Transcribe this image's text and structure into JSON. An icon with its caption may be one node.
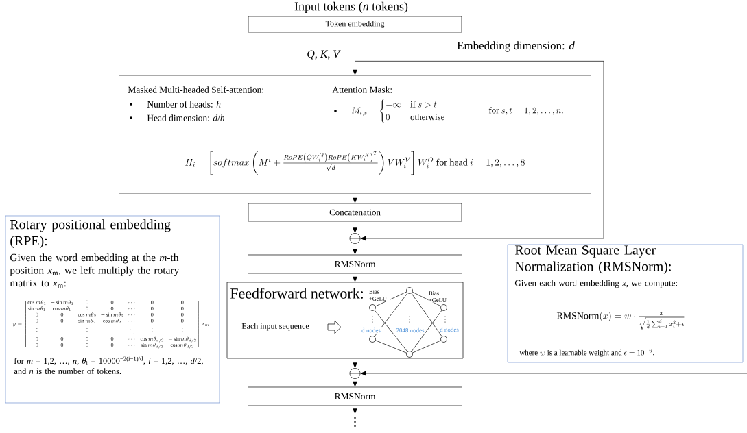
{
  "diagram": {
    "nodes": [
      {
        "text": [
          "Token embedding"
        ],
        "beside": [
          "Input tokens (*n* tokens)"
        ]
      },
      {
        "text": [
          "Masked Multi-headed Self-attention:",
          "Number of heads: *h*",
          "Head dimension: *d*/*h*",
          "Attention Mask:",
          "M_{t,s} = \\begin{cases} -\\infty & \\text{if } s > t \\\\ 0 & \\text{otherwise} \\end{cases}",
          "\\text{for } s,t = 1,2,\\ldots,n.",
          "H_i = \\left[ softmax\\left( M^i + \\frac{RoPE\\left(QW_i^Q\\right)RoPE\\left(KW_i^K\\right)^T}{\\sqrt{d}} \\right) VW_i^V \\right] W_i^O \\text{ for head } i = 1,2,\\ldots,8"
        ]
      },
      {
        "text": [
          "Concatenation"
        ]
      },
      {
        "text": [],
        "shape": "circle"
      },
      {
        "text": [
          "RMSNorm"
        ]
      },
      {
        "text": [
          "Feedforward network:",
          "Each input sequence"
        ]
      },
      {
        "text": [],
        "shape": "circle"
      },
      {
        "text": [
          "RMSNorm"
        ]
      },
      {
        "text": [
          "Rotary positional embedding (RPE):",
          "Given the word embedding at the *m*-th position *x*$_{m}$, we left multiply the rotary matrix to *x*$_{m}$:",
          "y = \\begin{bmatrix} \\cos m\\theta_1 & -\\sin m\\theta_1 & 0 & 0 & \\cdots & 0 & 0 \\\\ \\sin m\\theta_1 & \\cos m\\theta_1 & 0 & 0 & \\cdots & 0 & 0 \\\\ 0 & 0 & \\cos m\\theta_2 & -\\sin m\\theta_2 & \\cdots & 0 & 0 \\\\ 0 & 0 & \\sin m\\theta_2 & \\cos m\\theta_2 & \\cdots & 0 & 0 \\\\ \\vdots & \\vdots & \\vdots & \\vdots & \\ddots & \\vdots & \\vdots \\\\ 0 & 0 & 0 & 0 & \\cdots & \\cos m\\theta_{d/2} & -\\sin m\\theta_{d/2} \\\\ 0 & 0 & 0 & 0 & \\cdots & \\sin m\\theta_{d/2} & \\cos m\\theta_{d/2} \\end{bmatrix} x_m",
          "for *m* = 1,2, …, *n*, *θ*$_{i}$ = 10000$^{−2(i−1)/d}$, *i* = 1,2, …, *d*/2, and *n* is the number of tokens."
        ]
      },
      {
        "text": [
          "Root Mean Square Layer Normalization (RMSNorm):",
          "Given each word embedding *x*, we compute:",
          "\\mathrm{RMSNorm}(x) = w \\cdot \\frac{x}{\\sqrt{\\frac{1}{d}\\sum_{i=1}^{d} x_i^2 + \\epsilon}}",
          "\\text{where } w \\text{ is a learnable weight and } \\epsilon = 10^{-6}."
        ]
      }
    ],
    "edges": [
      {
        "from": 0,
        "to": 1,
        "arrow": "to",
        "label": "*Q*, *K*, *V*"
      },
      {
        "from": 0,
        "to": 3,
        "arrow": "to",
        "label": "Embedding dimension: *d*"
      },
      {
        "from": 1,
        "to": 2,
        "arrow": "to"
      },
      {
        "from": 2,
        "to": 3,
        "arrow": "to"
      },
      {
        "from": 3,
        "to": 4,
        "arrow": "to"
      },
      {
        "from": 4,
        "to": 5,
        "arrow": "to"
      },
      {
        "from": 5,
        "to": 6,
        "arrow": "to"
      },
      {
        "from": null,
        "to": 6,
        "arrow": "to"
      },
      {
        "from": 6,
        "to": 7,
        "arrow": "to"
      },
      {
        "from": 7,
        "to": null,
        "arrow": "to"
      }
    ],
    "labels": [
      "Bias +GeLU",
      "Bias +GeLU",
      "d nodes",
      "2048 nodes",
      "d nodes"
    ]
  }
}
